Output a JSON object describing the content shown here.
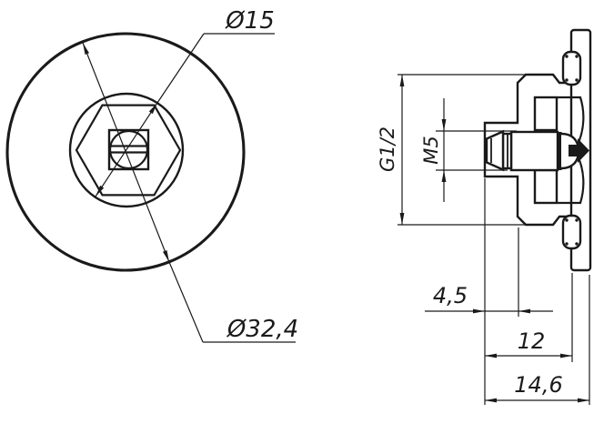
{
  "colors": {
    "line": "#1a1a1a",
    "background": "#ffffff"
  },
  "drawing": {
    "front_view": {
      "inner_diameter_label": "Ø15",
      "outer_diameter_label": "Ø32,4"
    },
    "side_view": {
      "thread_label": "G1/2",
      "screw_label": "M5",
      "tip_length_label": "4,5",
      "body_depth_label": "12",
      "overall_depth_label": "14,6"
    }
  }
}
